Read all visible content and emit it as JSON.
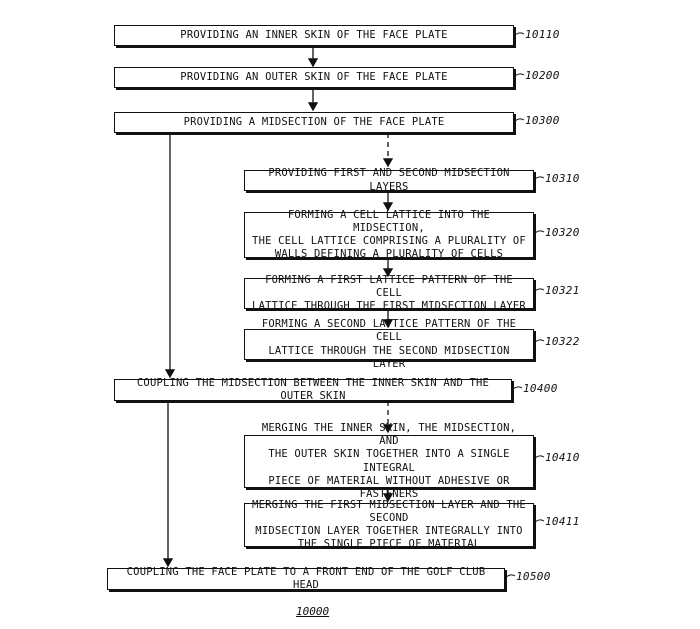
{
  "figure_label": "10000",
  "steps": [
    {
      "id": "s10110",
      "ref": "10110",
      "text": "PROVIDING AN INNER SKIN OF THE FACE PLATE"
    },
    {
      "id": "s10200",
      "ref": "10200",
      "text": "PROVIDING AN OUTER SKIN OF THE FACE PLATE"
    },
    {
      "id": "s10300",
      "ref": "10300",
      "text": "PROVIDING A MIDSECTION OF THE FACE PLATE"
    },
    {
      "id": "s10310",
      "ref": "10310",
      "text": "PROVIDING FIRST AND SECOND MIDSECTION LAYERS"
    },
    {
      "id": "s10320",
      "ref": "10320",
      "text": "FORMING A CELL LATTICE INTO THE MIDSECTION,\nTHE CELL LATTICE COMPRISING A PLURALITY OF\nWALLS DEFINING A PLURALITY OF CELLS"
    },
    {
      "id": "s10321",
      "ref": "10321",
      "text": "FORMING A FIRST LATTICE PATTERN OF THE CELL\nLATTICE THROUGH THE FIRST MIDSECTION LAYER"
    },
    {
      "id": "s10322",
      "ref": "10322",
      "text": "FORMING A SECOND LATTICE PATTERN OF THE CELL\nLATTICE THROUGH THE SECOND MIDSECTION LAYER"
    },
    {
      "id": "s10400",
      "ref": "10400",
      "text": "COUPLING THE MIDSECTION BETWEEN THE INNER SKIN AND THE OUTER SKIN"
    },
    {
      "id": "s10410",
      "ref": "10410",
      "text": "MERGING THE INNER SKIN, THE MIDSECTION, AND\nTHE OUTER SKIN TOGETHER INTO A SINGLE INTEGRAL\nPIECE OF MATERIAL WITHOUT ADHESIVE OR FASTENERS"
    },
    {
      "id": "s10411",
      "ref": "10411",
      "text": "MERGING THE FIRST MIDSECTION LAYER AND THE SECOND\nMIDSECTION LAYER TOGETHER INTEGRALLY INTO\nTHE SINGLE PIECE OF MATERIAL"
    },
    {
      "id": "s10500",
      "ref": "10500",
      "text": "COUPLING THE FACE PLATE TO A FRONT END OF THE GOLF CLUB HEAD"
    }
  ]
}
